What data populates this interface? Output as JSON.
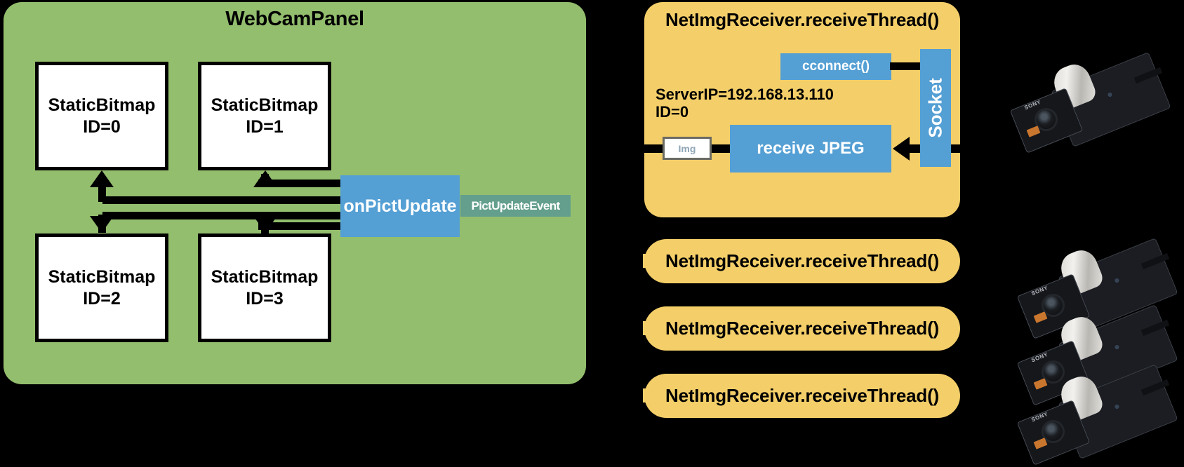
{
  "webcam_panel": {
    "title": "WebCamPanel",
    "bitmaps": [
      {
        "name": "StaticBitmap",
        "id_label": "ID=0"
      },
      {
        "name": "StaticBitmap",
        "id_label": "ID=1"
      },
      {
        "name": "StaticBitmap",
        "id_label": "ID=2"
      },
      {
        "name": "StaticBitmap",
        "id_label": "ID=3"
      }
    ],
    "handler": "onPictUpdate",
    "event_label": "PictUpdateEvent"
  },
  "net_panel": {
    "title": "NetImgReceiver.receiveThread()",
    "cconnect": "cconnect()",
    "server_info": "ServerIP=192.168.13.110\nID=0",
    "img_box": "Img",
    "receive_jpeg": "receive JPEG",
    "socket": "Socket"
  },
  "net_stubs": [
    {
      "title": "NetImgReceiver.receiveThread()"
    },
    {
      "title": "NetImgReceiver.receiveThread()"
    },
    {
      "title": "NetImgReceiver.receiveThread()"
    }
  ],
  "colors": {
    "panel_green": "#93be6d",
    "panel_yellow": "#f4cf69",
    "block_blue": "#549fd4",
    "event_teal": "#468ca0",
    "background": "#000000"
  }
}
